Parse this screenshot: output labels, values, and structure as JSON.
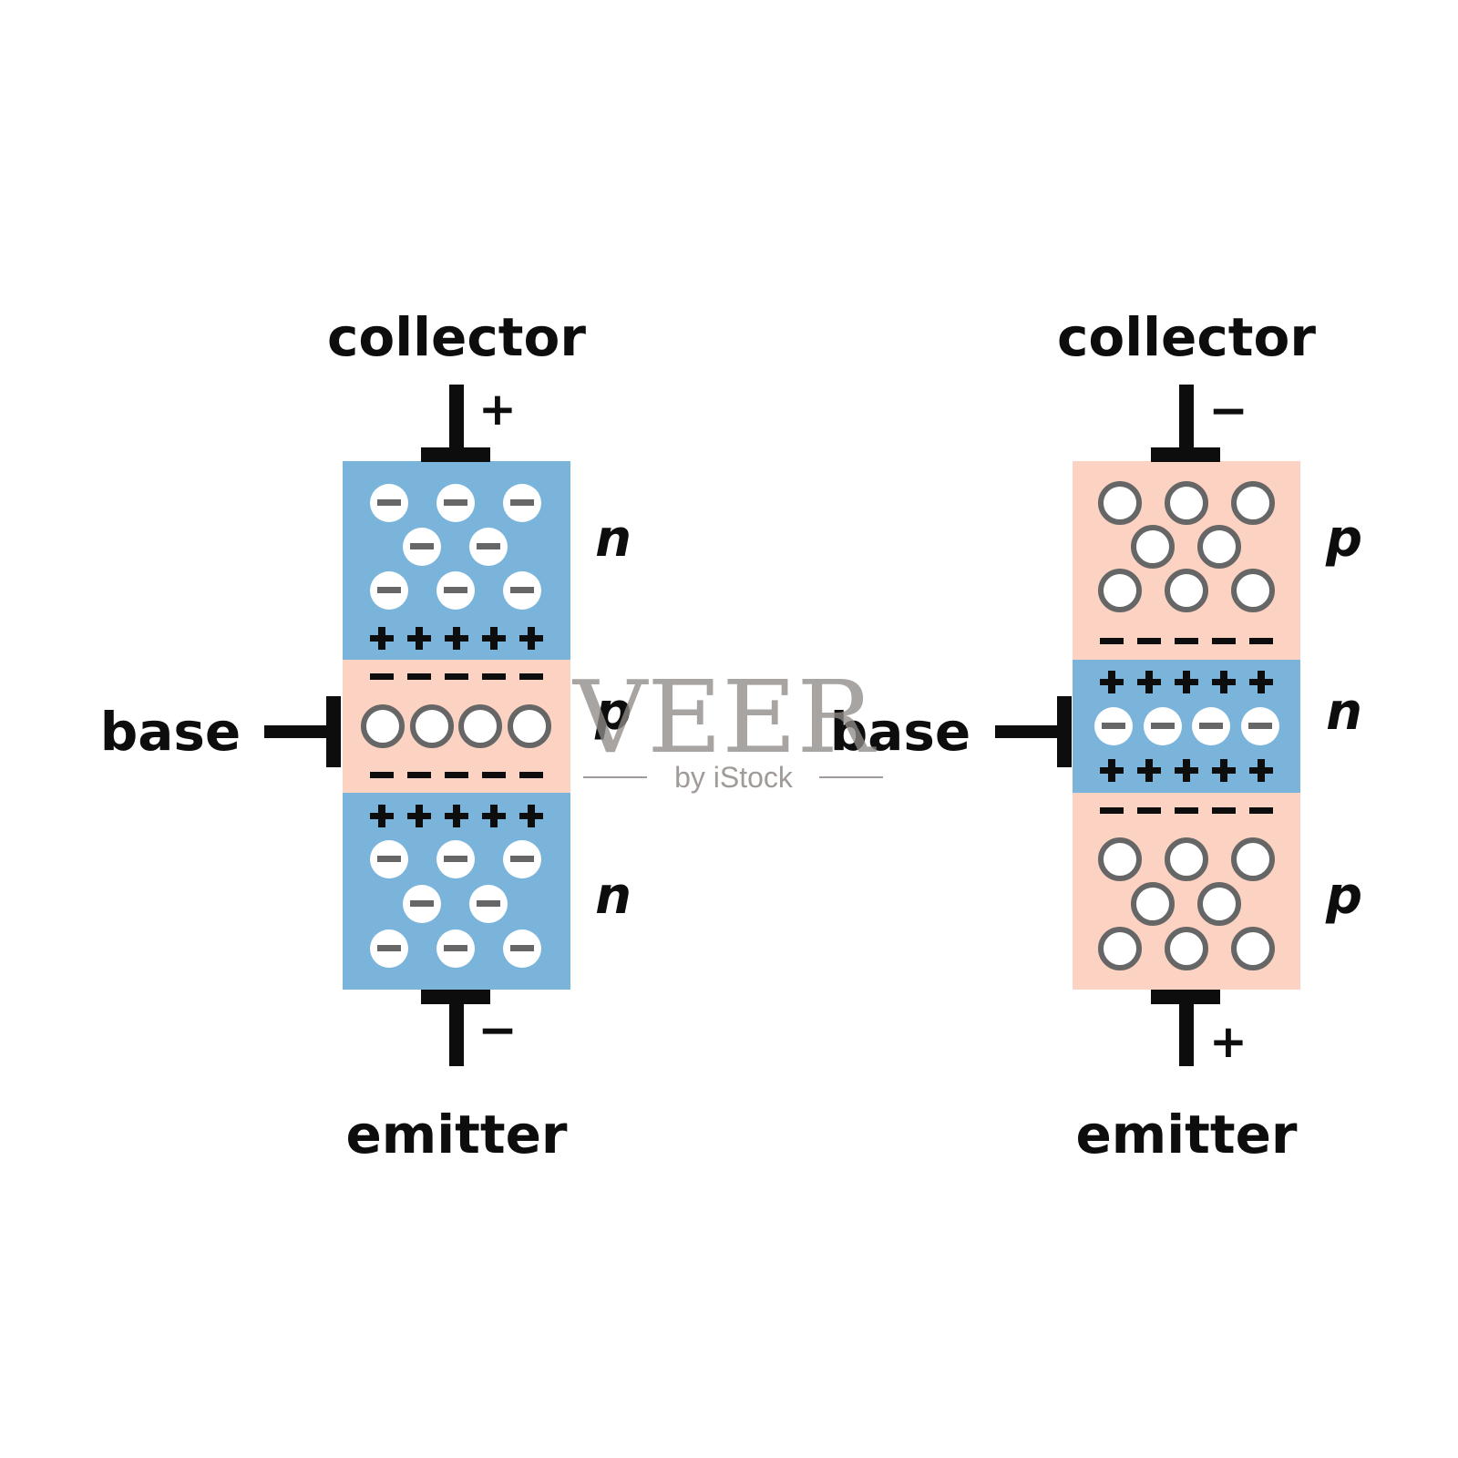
{
  "colors": {
    "n_region": "#7ab4db",
    "p_region": "#fcd2c3",
    "carrier_outline": "#666666",
    "terminal": "#0d0d0d"
  },
  "npn": {
    "collector_label": "collector",
    "collector_polarity": "+",
    "base_label": "base",
    "emitter_label": "emitter",
    "emitter_polarity": "−",
    "top_type": "n",
    "middle_type": "p",
    "bottom_type": "n"
  },
  "pnp": {
    "collector_label": "collector",
    "collector_polarity": "−",
    "base_label": "base",
    "emitter_label": "emitter",
    "emitter_polarity": "+",
    "top_type": "p",
    "middle_type": "n",
    "bottom_type": "p"
  },
  "watermark": {
    "brand": "VEER",
    "sub": "by iStock"
  }
}
